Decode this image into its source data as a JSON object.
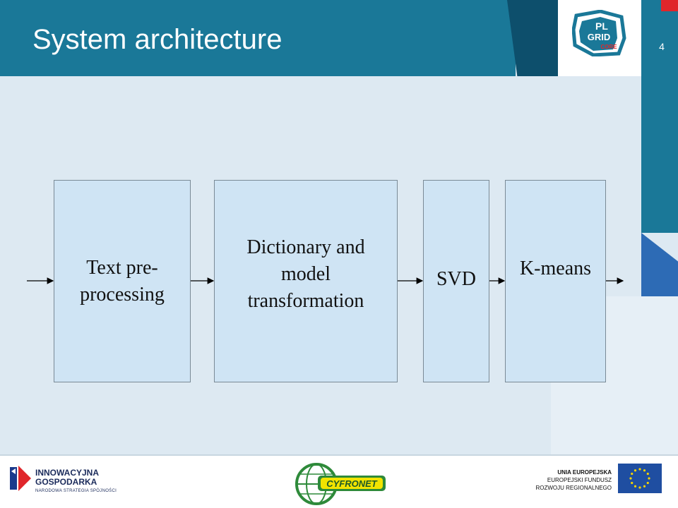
{
  "slide": {
    "title": "System architecture",
    "page_number": "4"
  },
  "logo_top": {
    "line1": "PL",
    "line2": "GRID",
    "line3": "CORE"
  },
  "diagram": {
    "boxes": [
      {
        "label": "Text pre-\nprocessing"
      },
      {
        "label": "Dictionary and\nmodel\ntransformation"
      },
      {
        "label": "SVD"
      },
      {
        "label": "K-means"
      }
    ]
  },
  "footer": {
    "left_logo": {
      "line1": "INNOWACYJNA",
      "line2": "GOSPODARKA",
      "line3": "NARODOWA STRATEGIA SPÓJNOŚCI"
    },
    "center_logo": {
      "text": "CYFRONET"
    },
    "right_logo": {
      "line1": "UNIA EUROPEJSKA",
      "line2": "EUROPEJSKI FUNDUSZ",
      "line3": "ROZWOJU REGIONALNEGO"
    }
  },
  "colors": {
    "header": "#1a7898",
    "header_dark": "#0d4f6c",
    "background": "#dde9f2",
    "box_fill": "#cfe4f4",
    "accent_red": "#e0262b",
    "accent_blue": "#2d6bb5",
    "eu_flag": "#1f4ea1",
    "eu_star": "#f5d300"
  }
}
